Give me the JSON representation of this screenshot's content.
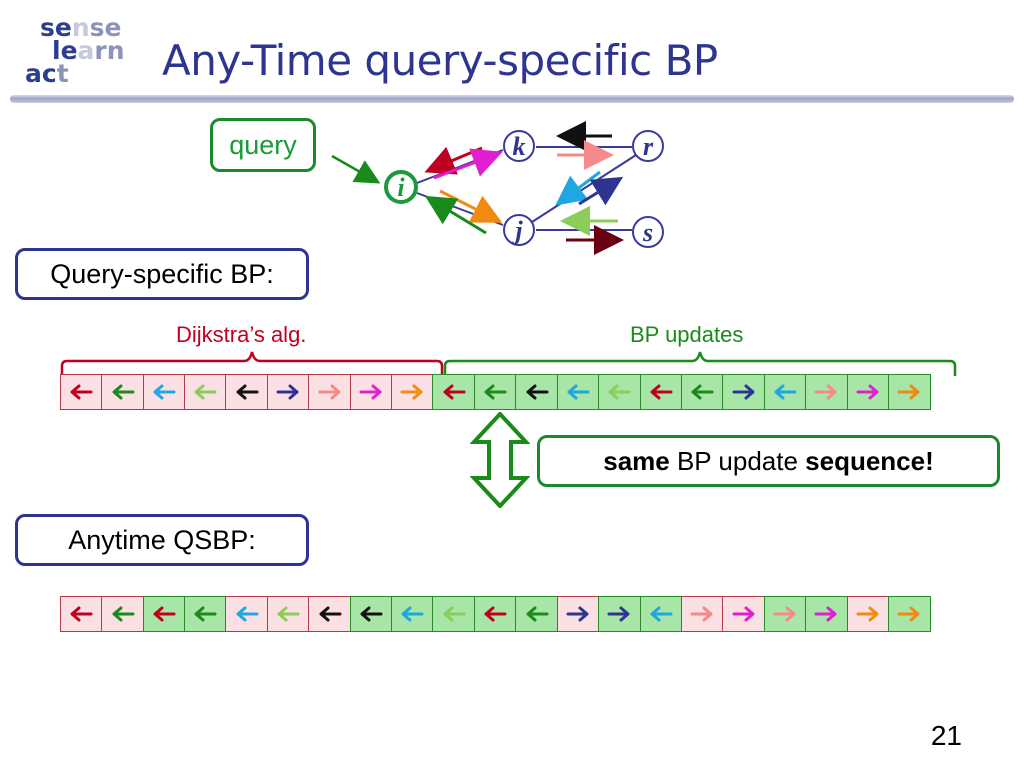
{
  "logo": {
    "line1": [
      "se",
      "n",
      "se"
    ],
    "line2": [
      "le",
      "a",
      "rn"
    ],
    "line3": [
      "ac",
      "t"
    ]
  },
  "title": "Any-Time query-specific BP",
  "graph": {
    "query_label": "query",
    "nodes": [
      "i",
      "k",
      "j",
      "r",
      "s"
    ]
  },
  "section1": {
    "label": "Query-specific BP:",
    "dijkstra_label": "Dijkstra’s alg.",
    "bp_label": "BP updates",
    "cells": [
      {
        "dir": "left",
        "color": "#c00020",
        "bg": "pink"
      },
      {
        "dir": "left",
        "color": "#1a8a1a",
        "bg": "pink"
      },
      {
        "dir": "left",
        "color": "#1ea7e0",
        "bg": "pink"
      },
      {
        "dir": "left",
        "color": "#8ccc5a",
        "bg": "pink"
      },
      {
        "dir": "left",
        "color": "#111111",
        "bg": "pink"
      },
      {
        "dir": "right",
        "color": "#2d3590",
        "bg": "pink"
      },
      {
        "dir": "right",
        "color": "#f58a8a",
        "bg": "pink"
      },
      {
        "dir": "right",
        "color": "#e020d0",
        "bg": "pink"
      },
      {
        "dir": "right",
        "color": "#f08a10",
        "bg": "pink"
      },
      {
        "dir": "left",
        "color": "#c00020",
        "bg": "green"
      },
      {
        "dir": "left",
        "color": "#1a8a1a",
        "bg": "green"
      },
      {
        "dir": "left",
        "color": "#111111",
        "bg": "green"
      },
      {
        "dir": "left",
        "color": "#1ea7e0",
        "bg": "green"
      },
      {
        "dir": "left",
        "color": "#8ccc5a",
        "bg": "green"
      },
      {
        "dir": "left",
        "color": "#c00020",
        "bg": "green"
      },
      {
        "dir": "left",
        "color": "#1a8a1a",
        "bg": "green"
      },
      {
        "dir": "right",
        "color": "#2d3590",
        "bg": "green"
      },
      {
        "dir": "left",
        "color": "#1ea7e0",
        "bg": "green"
      },
      {
        "dir": "right",
        "color": "#f58a8a",
        "bg": "green"
      },
      {
        "dir": "right",
        "color": "#e020d0",
        "bg": "green"
      },
      {
        "dir": "right",
        "color": "#f08a10",
        "bg": "green"
      }
    ]
  },
  "same_sequence": {
    "bold1": "same",
    "middle": " BP update ",
    "bold2": "sequence!"
  },
  "section2": {
    "label": "Anytime QSBP:",
    "cells": [
      {
        "dir": "left",
        "color": "#c00020",
        "bg": "pink"
      },
      {
        "dir": "left",
        "color": "#1a8a1a",
        "bg": "pink"
      },
      {
        "dir": "left",
        "color": "#c00020",
        "bg": "green"
      },
      {
        "dir": "left",
        "color": "#1a8a1a",
        "bg": "green"
      },
      {
        "dir": "left",
        "color": "#1ea7e0",
        "bg": "pink"
      },
      {
        "dir": "left",
        "color": "#8ccc5a",
        "bg": "pink"
      },
      {
        "dir": "left",
        "color": "#111111",
        "bg": "pink"
      },
      {
        "dir": "left",
        "color": "#111111",
        "bg": "green"
      },
      {
        "dir": "left",
        "color": "#1ea7e0",
        "bg": "green"
      },
      {
        "dir": "left",
        "color": "#8ccc5a",
        "bg": "green"
      },
      {
        "dir": "left",
        "color": "#c00020",
        "bg": "green"
      },
      {
        "dir": "left",
        "color": "#1a8a1a",
        "bg": "green"
      },
      {
        "dir": "right",
        "color": "#2d3590",
        "bg": "pink"
      },
      {
        "dir": "right",
        "color": "#2d3590",
        "bg": "green"
      },
      {
        "dir": "left",
        "color": "#1ea7e0",
        "bg": "green"
      },
      {
        "dir": "right",
        "color": "#f58a8a",
        "bg": "pink"
      },
      {
        "dir": "right",
        "color": "#e020d0",
        "bg": "pink"
      },
      {
        "dir": "right",
        "color": "#f58a8a",
        "bg": "green"
      },
      {
        "dir": "right",
        "color": "#e020d0",
        "bg": "green"
      },
      {
        "dir": "right",
        "color": "#f08a10",
        "bg": "pink"
      },
      {
        "dir": "right",
        "color": "#f08a10",
        "bg": "green"
      }
    ]
  },
  "page_number": "21"
}
